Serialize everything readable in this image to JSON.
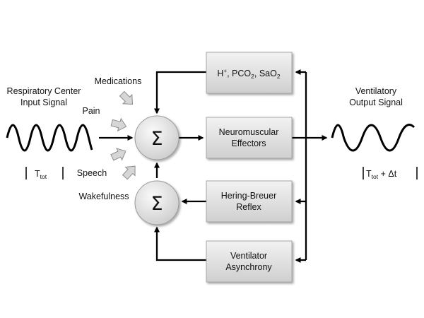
{
  "inputs": {
    "input_title_1": "Respiratory Center",
    "input_title_2": "Input Signal",
    "output_title_1": "Ventilatory",
    "output_title_2": "Output Signal",
    "input_period": "T",
    "input_period_sub": "tot",
    "output_period": "T",
    "output_period_sub": "tot",
    "output_period_suffix": " + Δt"
  },
  "modifiers": {
    "medications": "Medications",
    "pain": "Pain",
    "speech": "Speech",
    "wakefulness": "Wakefulness"
  },
  "summing": {
    "symbol": "Σ"
  },
  "blocks": {
    "chemo": {
      "h": "H",
      "h_sup": "+",
      "pco": ", PCO",
      "pco_sub": "2",
      "sao": ", SaO",
      "sao_sub": "2"
    },
    "effectors_1": "Neuromuscular",
    "effectors_2": "Effectors",
    "reflex_1": "Hering-Breuer",
    "reflex_2": "Reflex",
    "asynchrony_1": "Ventilator",
    "asynchrony_2": "Asynchrony"
  },
  "colors": {
    "box_fill_top": "#f2f2f2",
    "box_fill_bottom": "#cfcfcf",
    "box_stroke": "#a6a6a6",
    "arrow_fill": "#d6d6d6",
    "arrow_stroke": "#8c8c8c"
  }
}
